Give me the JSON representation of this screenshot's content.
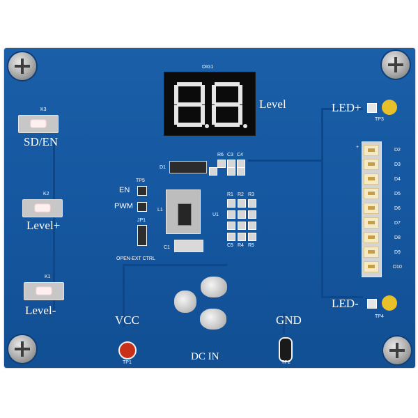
{
  "board": {
    "display_label": "DIG1",
    "display_caption": "Level",
    "buttons": [
      {
        "ref": "K3",
        "label": "SD/EN"
      },
      {
        "ref": "K2",
        "label": "Level+"
      },
      {
        "ref": "K1",
        "label": "Level-"
      }
    ],
    "pins": [
      {
        "ref": "TP3",
        "label": "LED+"
      },
      {
        "ref": "TP4",
        "label": "LED-"
      },
      {
        "ref": "TP1",
        "label": "VCC"
      },
      {
        "ref": "TP2",
        "label": "GND"
      }
    ],
    "jumper_labels": {
      "en": "EN",
      "pwm": "PWM",
      "tp5": "TP5",
      "jp1": "JP1",
      "open_ext": "OPEN-EXT CTRL"
    },
    "component_refs": {
      "d1": "D1",
      "l1": "L1",
      "u1": "U1",
      "c1": "C1",
      "r6": "R6",
      "c3": "C3",
      "c4": "C4",
      "r1": "R1",
      "r2": "R2",
      "r3": "R3",
      "c5": "C5",
      "r4": "R4",
      "r5": "R5"
    },
    "led_refs": [
      "D2",
      "D3",
      "D4",
      "D5",
      "D6",
      "D7",
      "D8",
      "D9",
      "D10"
    ],
    "plus_mark": "+",
    "dc_in": "DC IN"
  },
  "colors": {
    "board": "#1557a0",
    "segment_on": "#e6e6e6",
    "tp_red": "#c8301a",
    "tp_yellow": "#e8c12a",
    "tp_black": "#1a1a1a"
  }
}
